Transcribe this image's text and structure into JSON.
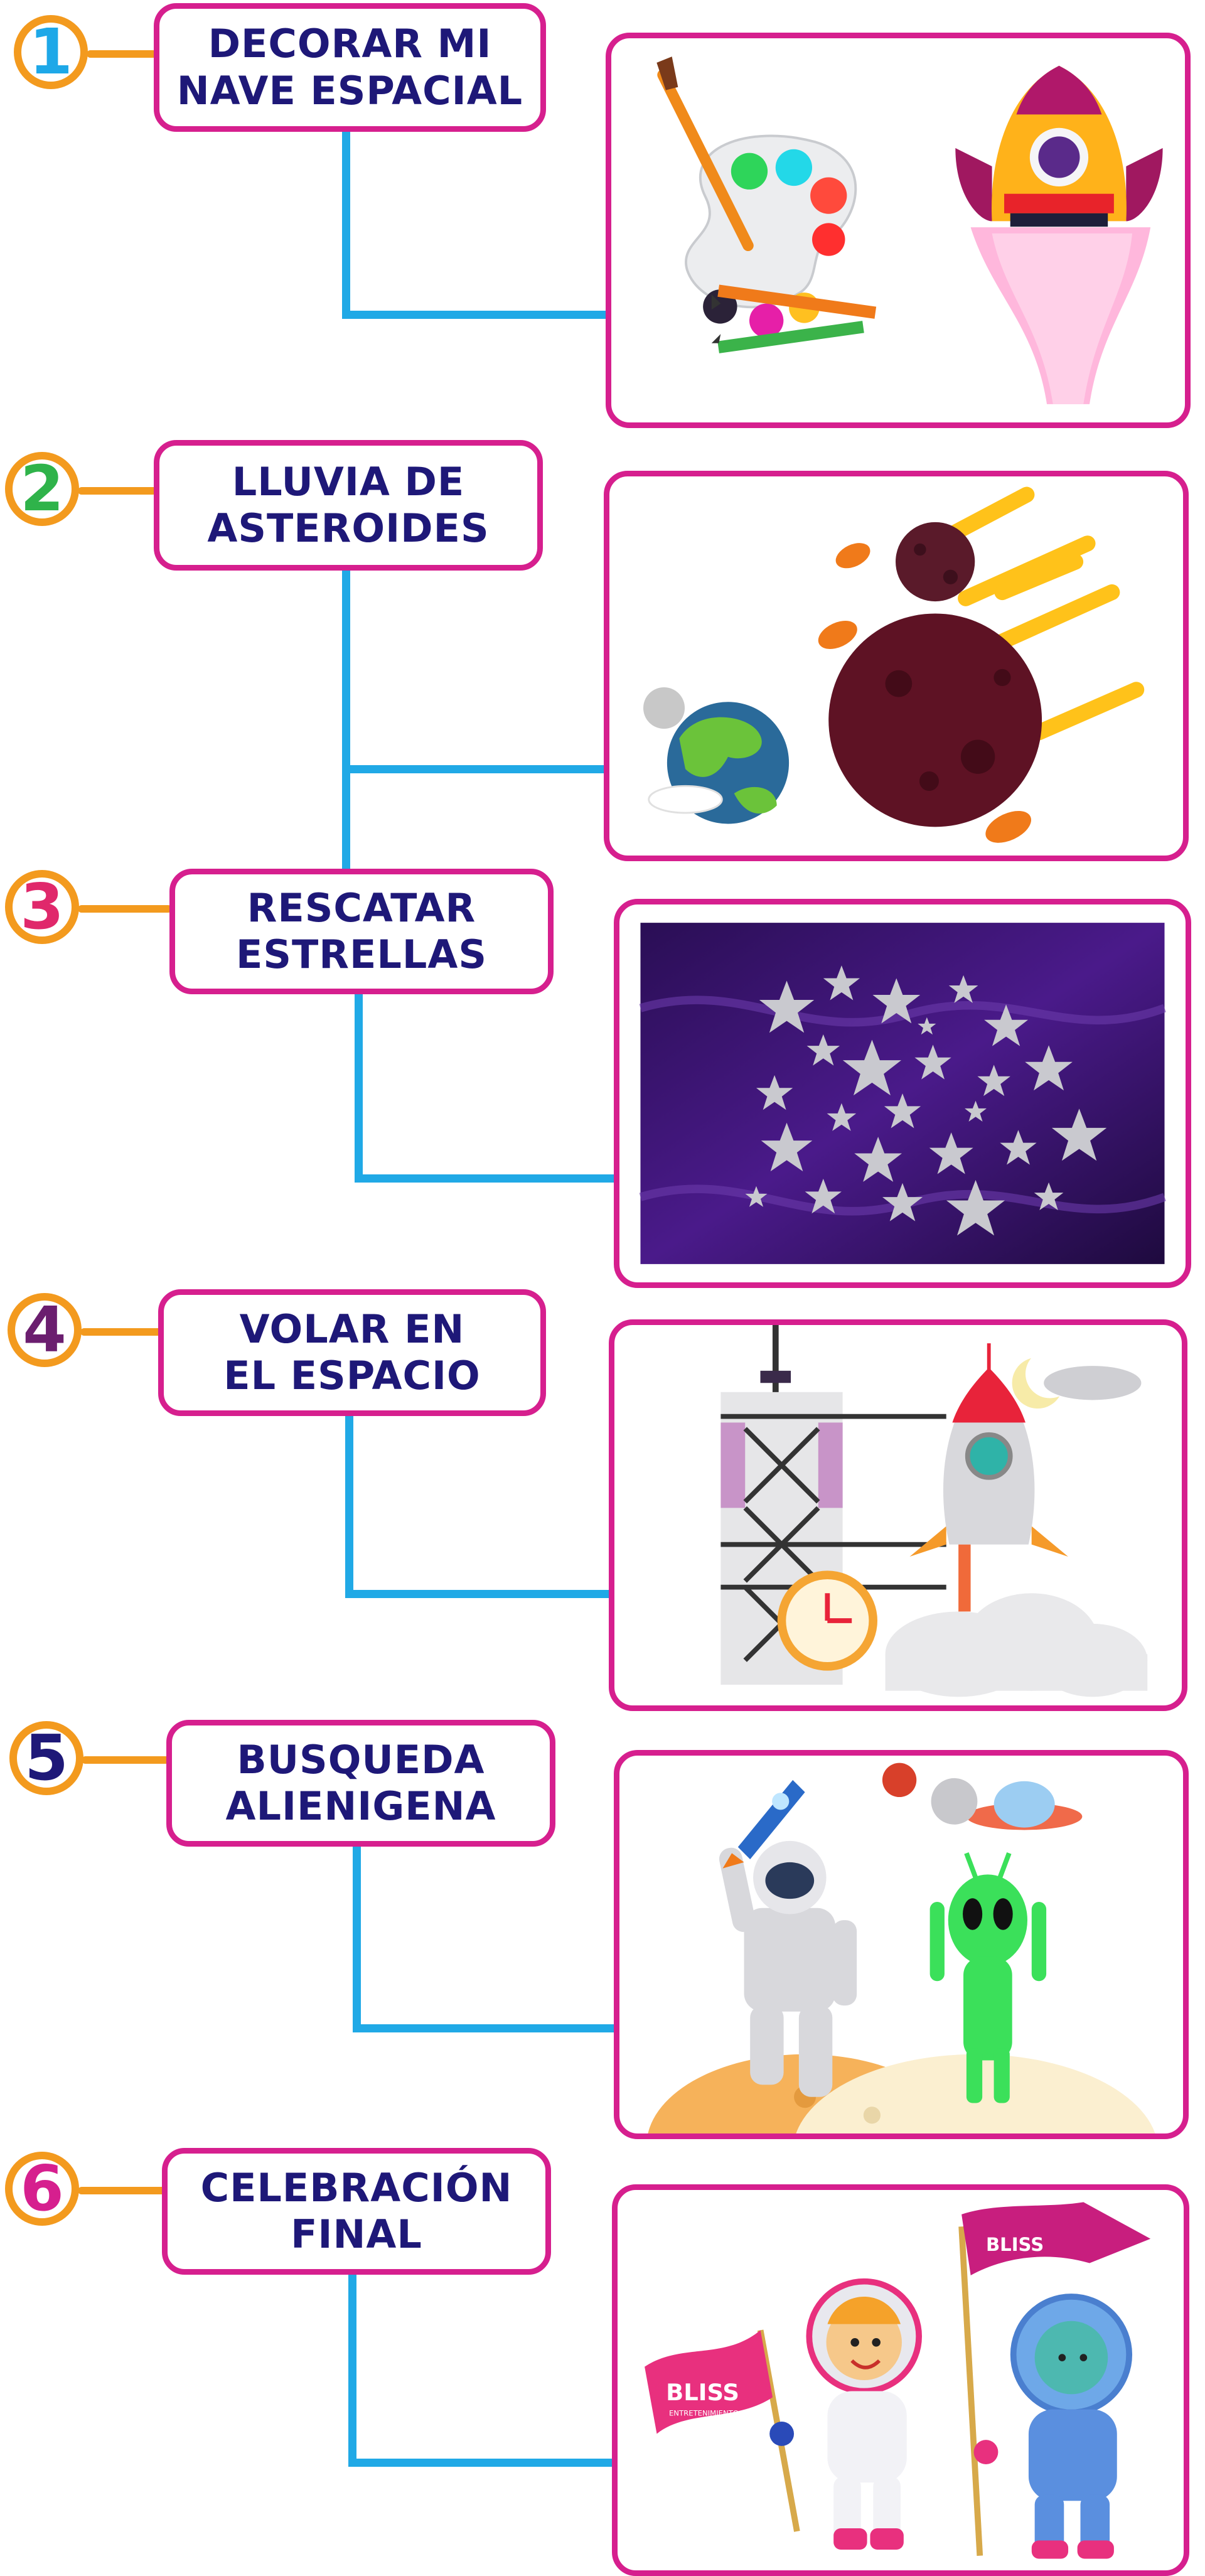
{
  "colors": {
    "accent_orange": "#F39A1E",
    "frame_magenta": "#D61F8E",
    "line_blue": "#20A9E6",
    "title_navy": "#1E1878"
  },
  "steps": [
    {
      "number": "1",
      "number_color": "#1EA8E8",
      "title": "DECORAR MI\nNAVE ESPACIAL",
      "image_icon": "palette-and-rocket"
    },
    {
      "number": "2",
      "number_color": "#2FB34A",
      "title": "LLUVIA DE\nASTEROIDES",
      "image_icon": "asteroids-and-earth"
    },
    {
      "number": "3",
      "number_color": "#E0286B",
      "title": "RESCATAR\nESTRELLAS",
      "image_icon": "stars-in-purple-space"
    },
    {
      "number": "4",
      "number_color": "#6B1E6F",
      "title": "VOLAR EN\nEL ESPACIO",
      "image_icon": "rocket-launch-tower"
    },
    {
      "number": "5",
      "number_color": "#1E1878",
      "title": "BUSQUEDA\nALIENIGENA",
      "image_icon": "astronaut-and-alien"
    },
    {
      "number": "6",
      "number_color": "#D61F8E",
      "title": "CELEBRACIÓN\nFINAL",
      "image_icon": "astronauts-with-flags"
    }
  ],
  "flags": {
    "brand": "BLISS",
    "tagline": "ENTRETENIMIENTO"
  }
}
